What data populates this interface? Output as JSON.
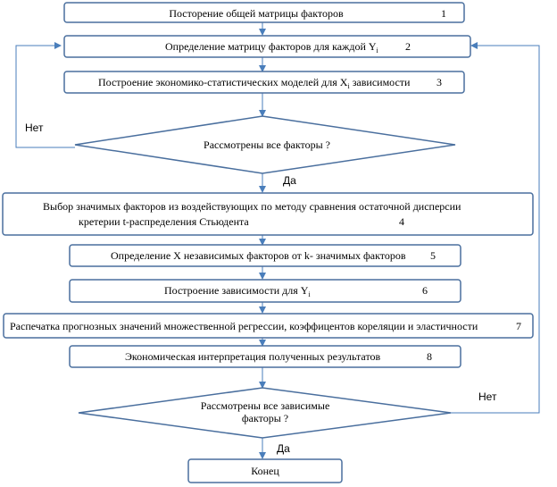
{
  "steps": [
    {
      "text": "Посторение общей матрицы факторов",
      "num": "1"
    },
    {
      "text": "Определение матрицу факторов для каждой Y",
      "sub": "i",
      "num": "2"
    },
    {
      "text": "Построение экономико-статистических моделей для X",
      "sub": "i",
      "tail": " зависимости",
      "num": "3"
    },
    {
      "line1": "Выбор значимых факторов из воздействующих по методу сравнения  остаточной дисперсии",
      "line2": "кретерии t-распределения Стьюдента",
      "num": "4"
    },
    {
      "text": "Определение X независимых факторов от k- значимых факторов",
      "num": "5"
    },
    {
      "text": "Построение зависимости для   Y",
      "sub": "i",
      "num": "6"
    },
    {
      "text": "Распечатка прогнозных значений множественной регрессии, коэффицентов кореляции и эластичности",
      "num": "7"
    },
    {
      "text": "Экономическая интерпретация полученных результатов",
      "num": "8"
    }
  ],
  "decisions": [
    {
      "text": "Рассмотрены все факторы ?",
      "no": "Нет",
      "yes": "Да"
    },
    {
      "line1": "Рассмотрены все зависимые",
      "line2": "факторы ?",
      "no": "Нет",
      "yes": "Да"
    }
  ],
  "end": "Конец",
  "colors": {
    "box_fill": "#ffffff",
    "stroke": "#4a6f9e",
    "arrow": "#4a7ebb"
  }
}
